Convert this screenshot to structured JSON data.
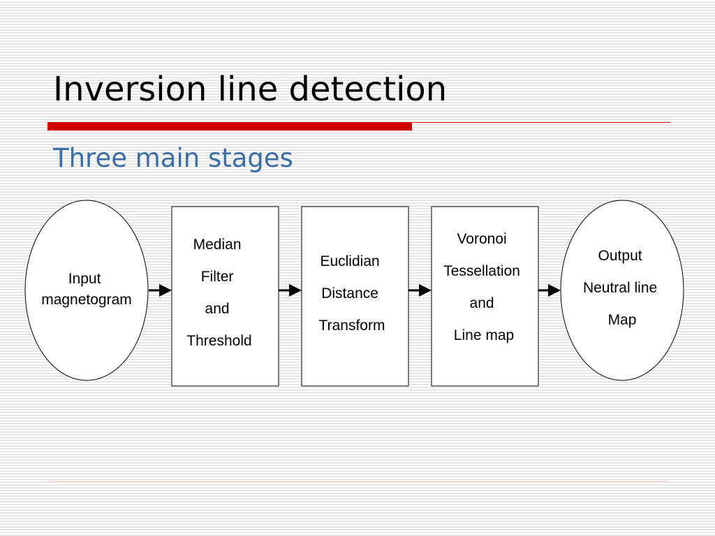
{
  "slide": {
    "title": "Inversion line detection",
    "subtitle": "Three main stages"
  },
  "diagram": {
    "nodes": [
      {
        "id": "input",
        "shape": "ellipse",
        "lines": [
          "Input",
          "magnetogram"
        ]
      },
      {
        "id": "stage1",
        "shape": "rect",
        "lines": [
          "Median",
          "Filter",
          "and",
          "Threshold"
        ]
      },
      {
        "id": "stage2",
        "shape": "rect",
        "lines": [
          "Euclidian",
          "Distance",
          "Transform"
        ]
      },
      {
        "id": "stage3",
        "shape": "rect",
        "lines": [
          "Voronoi",
          "Tessellation",
          "and",
          "Line map"
        ]
      },
      {
        "id": "output",
        "shape": "ellipse",
        "lines": [
          "Output",
          "Neutral line",
          "Map"
        ]
      }
    ],
    "edges": [
      {
        "from": "input",
        "to": "stage1"
      },
      {
        "from": "stage1",
        "to": "stage2"
      },
      {
        "from": "stage2",
        "to": "stage3"
      },
      {
        "from": "stage3",
        "to": "output"
      }
    ]
  },
  "colors": {
    "title_rule": "#cc0000",
    "subtitle": "#3a6ea5",
    "background_line": "#e6e6e6",
    "stroke": "#000000"
  }
}
